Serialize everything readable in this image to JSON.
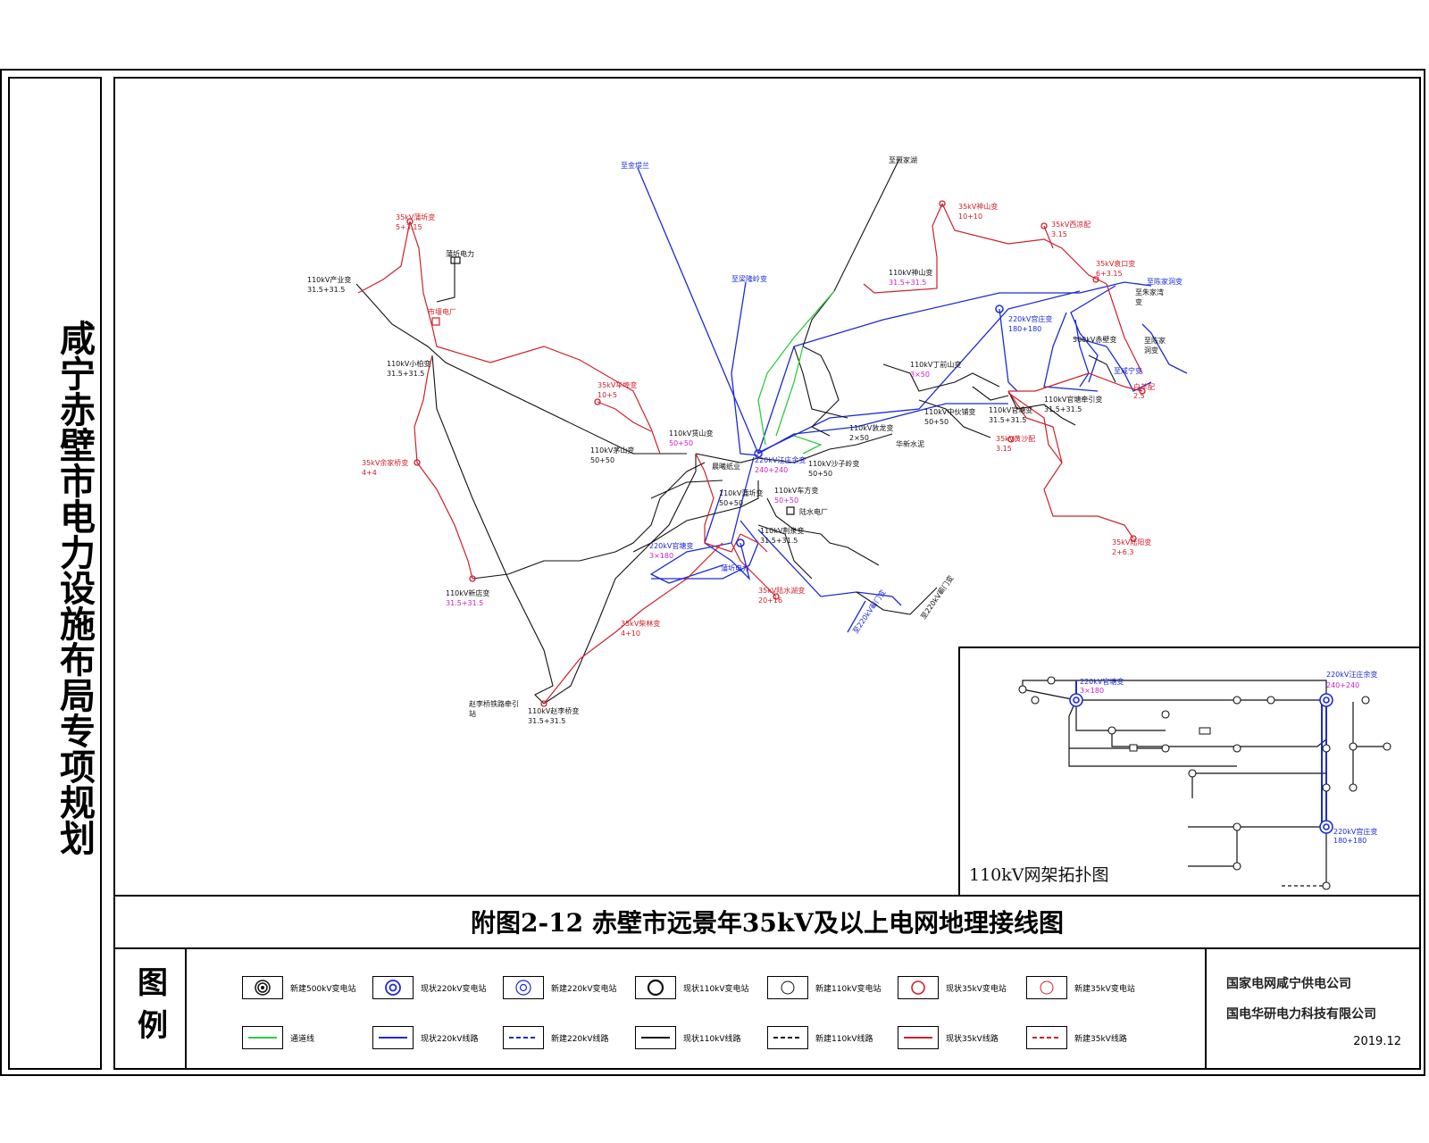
{
  "side_title": "咸宁赤壁市电力设施布局专项规划",
  "caption": "附图2-12  赤壁市远景年35kV及以上电网地理接线图",
  "legend": {
    "heading": "图例",
    "items": [
      {
        "label": "新建500kV变电站",
        "icon": "substation-500kv-new-icon"
      },
      {
        "label": "现状220kV变电站",
        "icon": "substation-220kv-existing-icon"
      },
      {
        "label": "新建220kV变电站",
        "icon": "substation-220kv-new-icon"
      },
      {
        "label": "现状110kV变电站",
        "icon": "substation-110kv-existing-icon"
      },
      {
        "label": "新建110kV变电站",
        "icon": "substation-110kv-new-icon"
      },
      {
        "label": "现状35kV变电站",
        "icon": "substation-35kv-existing-icon"
      },
      {
        "label": "新建35kV变电站",
        "icon": "substation-35kv-new-icon"
      },
      {
        "label": "通道线",
        "icon": "corridor-line-icon"
      },
      {
        "label": "现状220kV线路",
        "icon": "line-220kv-existing-icon"
      },
      {
        "label": "新建220kV线路",
        "icon": "line-220kv-new-icon"
      },
      {
        "label": "现状110kV线路",
        "icon": "line-110kv-existing-icon"
      },
      {
        "label": "新建110kV线路",
        "icon": "line-110kv-new-icon"
      },
      {
        "label": "现状35kV线路",
        "icon": "line-35kv-existing-icon"
      },
      {
        "label": "新建35kV线路",
        "icon": "line-35kv-new-icon"
      }
    ]
  },
  "org": {
    "line1": "国家电网咸宁供电公司",
    "line2": "国电华研电力科技有限公司",
    "date": "2019.12"
  },
  "inset": {
    "title": "110kV网架拓扑图",
    "labels": {
      "guantang": "220kV官塘变",
      "guantang_cap": "3×180",
      "wangzhuang": "220kV汪庄余变",
      "wangzhuang_cap": "240+240",
      "gongzhuang": "220kV宫庄变",
      "gongzhuang_cap": "180+180"
    }
  },
  "map": {
    "labels": [
      {
        "id": "jinlan",
        "text": "至金堤兰",
        "color": "blue"
      },
      {
        "id": "lujiahu",
        "text": "至聂家湖",
        "color": "black"
      },
      {
        "id": "shenshan35",
        "text": "35kV神山变",
        "color": "red"
      },
      {
        "id": "shenshan35cap",
        "text": "10+10",
        "color": "red"
      },
      {
        "id": "xiliang",
        "text": "35kV西凉配",
        "color": "red"
      },
      {
        "id": "xiliangcap",
        "text": "3.15",
        "color": "red"
      },
      {
        "id": "yuankou",
        "text": "35kV袁口变",
        "color": "red"
      },
      {
        "id": "yuankoucap",
        "text": "6+3.15",
        "color": "red"
      },
      {
        "id": "zhishui",
        "text": "至陈家洞变",
        "color": "blue"
      },
      {
        "id": "zhizhu",
        "text": "至朱家湾",
        "color": "black"
      },
      {
        "id": "zhizhu2",
        "text": "变",
        "color": "black"
      },
      {
        "id": "chibi500",
        "text": "500kV赤壁变",
        "color": "black"
      },
      {
        "id": "zhichen",
        "text": "至陈家",
        "color": "black"
      },
      {
        "id": "zhichen2",
        "text": "洞变",
        "color": "black"
      },
      {
        "id": "xianning",
        "text": "至咸宁变",
        "color": "blue"
      },
      {
        "id": "baiyang",
        "text": "白羊配",
        "color": "red"
      },
      {
        "id": "baiyangcap",
        "text": "2.5",
        "color": "red"
      },
      {
        "id": "guantangtr",
        "text": "110kV官塘牵引变",
        "color": "black"
      },
      {
        "id": "guantangtrcap",
        "text": "31.5+31.5",
        "color": "black"
      },
      {
        "id": "gongzhuang220",
        "text": "220kV宫庄变",
        "color": "blue"
      },
      {
        "id": "gongzhuang220cap",
        "text": "180+180",
        "color": "blue"
      },
      {
        "id": "shenshan110",
        "text": "110kV神山变",
        "color": "black"
      },
      {
        "id": "shenshan110cap",
        "text": "31.5+31.5",
        "color": "magenta"
      },
      {
        "id": "dingshan",
        "text": "110kV丁前山变",
        "color": "black"
      },
      {
        "id": "dingshancap",
        "text": "3×50",
        "color": "magenta"
      },
      {
        "id": "zhonghuo",
        "text": "110kV中伙铺变",
        "color": "black"
      },
      {
        "id": "zhonghuocap",
        "text": "50+50",
        "color": "black"
      },
      {
        "id": "guantang110",
        "text": "110kV官塘变",
        "color": "black"
      },
      {
        "id": "guantang110cap",
        "text": "31.5+31.5",
        "color": "black"
      },
      {
        "id": "huangsha",
        "text": "35kV黄沙配",
        "color": "red"
      },
      {
        "id": "huangshacap",
        "text": "3.15",
        "color": "red"
      },
      {
        "id": "luyang",
        "text": "35kV陆阳变",
        "color": "red"
      },
      {
        "id": "luyangcap",
        "text": "2+6.3",
        "color": "red"
      },
      {
        "id": "dunlong",
        "text": "110kV敦龙变",
        "color": "black"
      },
      {
        "id": "dunlongcap",
        "text": "2×50",
        "color": "black"
      },
      {
        "id": "huaxin",
        "text": "华新水泥",
        "color": "black"
      },
      {
        "id": "zhiliang",
        "text": "至梁隆岭变",
        "color": "blue"
      },
      {
        "id": "chanye",
        "text": "110kV产业变",
        "color": "black"
      },
      {
        "id": "chanyecap",
        "text": "31.5+31.5",
        "color": "black"
      },
      {
        "id": "puqi",
        "text": "35kV蒲圻变",
        "color": "red"
      },
      {
        "id": "puqicap",
        "text": "5+3.15",
        "color": "red"
      },
      {
        "id": "puqidian",
        "text": "蒲圻电力",
        "color": "black"
      },
      {
        "id": "shiwei",
        "text": "市堰电厂",
        "color": "red"
      },
      {
        "id": "xiaobai",
        "text": "110kV小柏变",
        "color": "black"
      },
      {
        "id": "xiaobaicap",
        "text": "31.5+31.5",
        "color": "black"
      },
      {
        "id": "chefu",
        "text": "35kV车埠变",
        "color": "red"
      },
      {
        "id": "chefucap",
        "text": "10+5",
        "color": "red"
      },
      {
        "id": "yujia",
        "text": "35kV余家桥变",
        "color": "red"
      },
      {
        "id": "yujiacap",
        "text": "4+4",
        "color": "red"
      },
      {
        "id": "maoshan",
        "text": "110kV茅山变",
        "color": "black"
      },
      {
        "id": "maoshancap",
        "text": "50+50",
        "color": "black"
      },
      {
        "id": "yinshan",
        "text": "110kV赁山变",
        "color": "black"
      },
      {
        "id": "yinshancap",
        "text": "50+50",
        "color": "magenta"
      },
      {
        "id": "wangzhuang220",
        "text": "220kV汪庄余变",
        "color": "blue"
      },
      {
        "id": "wangzhuang220cap",
        "text": "240+240",
        "color": "magenta"
      },
      {
        "id": "chenxi",
        "text": "晨曦纸业",
        "color": "black"
      },
      {
        "id": "shayu",
        "text": "110kV沙子岭变",
        "color": "black"
      },
      {
        "id": "shayucap",
        "text": "50+50",
        "color": "black"
      },
      {
        "id": "puqi110",
        "text": "110kV蒲圻变",
        "color": "black"
      },
      {
        "id": "puqi110cap",
        "text": "50+50",
        "color": "black"
      },
      {
        "id": "chefang",
        "text": "110kV车方变",
        "color": "black"
      },
      {
        "id": "chefangcap",
        "text": "50+50",
        "color": "magenta"
      },
      {
        "id": "lushui",
        "text": "陆水电厂",
        "color": "black"
      },
      {
        "id": "jingquan",
        "text": "110kV荆泉变",
        "color": "black"
      },
      {
        "id": "jingquancap",
        "text": "31.5+31.5",
        "color": "black"
      },
      {
        "id": "guantang220",
        "text": "220kV官塘变",
        "color": "blue"
      },
      {
        "id": "guantang220cap",
        "text": "3×180",
        "color": "magenta"
      },
      {
        "id": "puyan",
        "text": "蒲圻电力",
        "color": "blue"
      },
      {
        "id": "lushuihu",
        "text": "35kV陆水湖变",
        "color": "red"
      },
      {
        "id": "lushuihucap",
        "text": "20+16",
        "color": "red"
      },
      {
        "id": "xindian",
        "text": "110kV新店变",
        "color": "black"
      },
      {
        "id": "xindiancap",
        "text": "31.5+31.5",
        "color": "magenta"
      },
      {
        "id": "chailin",
        "text": "35kV柴林变",
        "color": "red"
      },
      {
        "id": "chailincap",
        "text": "4+10",
        "color": "red"
      },
      {
        "id": "zhaoli",
        "text": "赵李桥铁路牵引",
        "color": "black"
      },
      {
        "id": "zhaoli2",
        "text": "站",
        "color": "black"
      },
      {
        "id": "zhaoli110",
        "text": "110kV赵李桥变",
        "color": "black"
      },
      {
        "id": "zhaoli110cap",
        "text": "31.5+31.5",
        "color": "black"
      },
      {
        "id": "zhi220",
        "text": "至220kV蕲门变",
        "color": "blue"
      },
      {
        "id": "zhi220b",
        "text": "至220kV蕲门变",
        "color": "black"
      }
    ]
  },
  "colors": {
    "red": "#d0202a",
    "blue": "#1c2bd4",
    "black": "#111111",
    "green": "#2ecc40",
    "magenta": "#cc1fcc"
  }
}
